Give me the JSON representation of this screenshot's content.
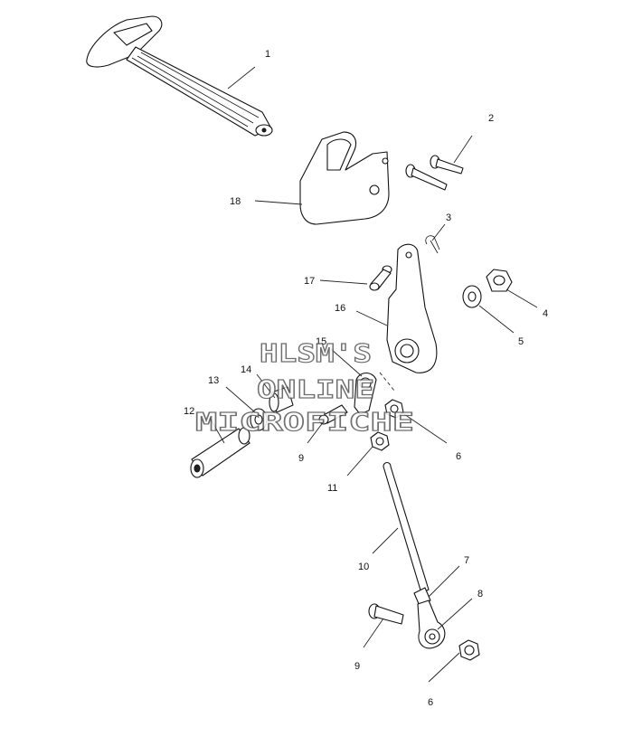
{
  "callouts": {
    "c1": "1",
    "c2": "2",
    "c3": "3",
    "c4": "4",
    "c5": "5",
    "c6a": "6",
    "c6b": "6",
    "c7": "7",
    "c8": "8",
    "c9a": "9",
    "c9b": "9",
    "c10": "10",
    "c11": "11",
    "c12": "12",
    "c13": "13",
    "c14": "14",
    "c15": "15",
    "c16": "16",
    "c17": "17",
    "c18": "18"
  },
  "watermark": {
    "line1": "HLSM'S",
    "line2": "ONLINE",
    "line3": "MICROFICHE"
  }
}
